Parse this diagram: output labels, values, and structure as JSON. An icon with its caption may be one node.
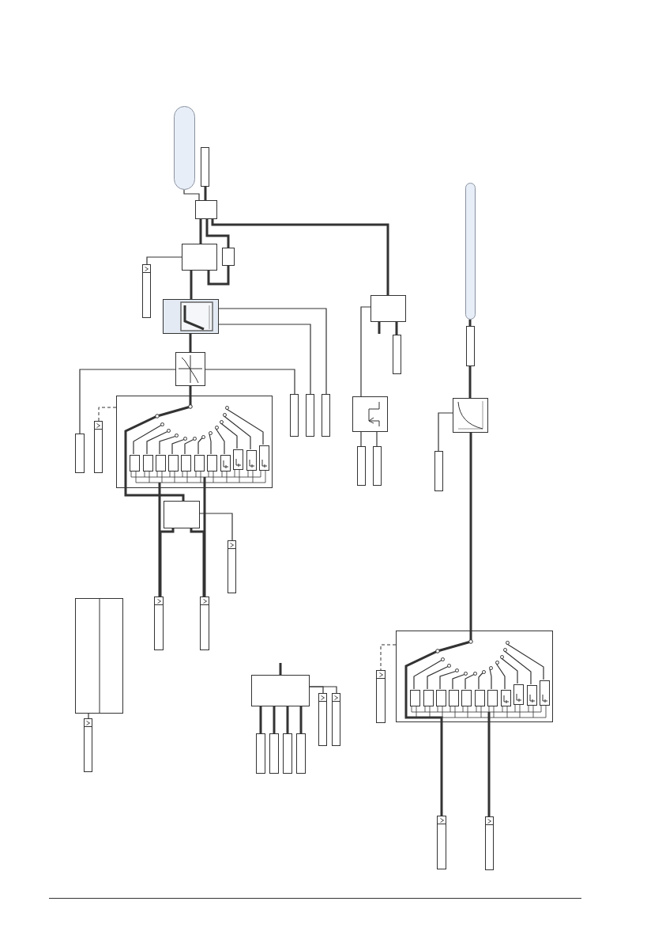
{
  "diagram": {
    "nodes": [
      {
        "text": [],
        "shape": "capsule"
      },
      {
        "text": [],
        "shape": "bar"
      },
      {
        "text": [],
        "shape": "box"
      },
      {
        "text": [],
        "shape": "box"
      },
      {
        "text": [],
        "shape": "box"
      },
      {
        "text": [],
        "shape": "bar"
      },
      {
        "text": [],
        "shape": "box"
      },
      {
        "text": [],
        "shape": "box"
      },
      {
        "text": [],
        "shape": "box"
      },
      {
        "text": [],
        "shape": "box",
        "in": 8
      },
      {
        "text": [],
        "shape": "box",
        "in": 8
      },
      {
        "text": [],
        "shape": "box",
        "in": 8
      },
      {
        "text": [],
        "shape": "box",
        "in": 8
      },
      {
        "text": [],
        "shape": "box",
        "in": 8
      },
      {
        "text": [],
        "shape": "box",
        "in": 8
      },
      {
        "text": [],
        "shape": "box",
        "in": 8
      },
      {
        "text": [],
        "shape": "box",
        "in": 8
      },
      {
        "text": [],
        "shape": "box",
        "in": 8
      },
      {
        "text": [],
        "shape": "box",
        "in": 8
      },
      {
        "text": [],
        "shape": "box",
        "in": 8
      },
      {
        "text": [],
        "shape": "bar"
      },
      {
        "text": [],
        "shape": "bar"
      },
      {
        "text": [],
        "shape": "bar"
      },
      {
        "text": [],
        "shape": "bar"
      },
      {
        "text": [],
        "shape": "bar"
      },
      {
        "text": [],
        "shape": "box"
      },
      {
        "text": [],
        "shape": "bar"
      },
      {
        "text": [],
        "shape": "bar"
      },
      {
        "text": [],
        "shape": "bar"
      },
      {
        "text": [],
        "shape": "box"
      },
      {
        "text": [],
        "shape": "bar"
      },
      {
        "text": [],
        "shape": "box"
      },
      {
        "text": [],
        "shape": "bar"
      },
      {
        "text": [],
        "shape": "bar"
      },
      {
        "text": [],
        "shape": "bar"
      },
      {
        "text": [],
        "shape": "bar"
      },
      {
        "text": [],
        "shape": "bar"
      },
      {
        "text": [],
        "shape": "bar"
      },
      {
        "text": [],
        "shape": "box"
      },
      {
        "text": [],
        "shape": "bar"
      },
      {
        "text": [],
        "shape": "box"
      },
      {
        "text": [],
        "shape": "bar"
      },
      {
        "text": [],
        "shape": "bar"
      },
      {
        "text": [],
        "shape": "capsule"
      },
      {
        "text": [],
        "shape": "bar"
      },
      {
        "text": [],
        "shape": "box"
      },
      {
        "text": [],
        "shape": "bar"
      },
      {
        "text": [],
        "shape": "box"
      },
      {
        "text": [],
        "shape": "box",
        "in": 47
      },
      {
        "text": [],
        "shape": "box",
        "in": 47
      },
      {
        "text": [],
        "shape": "box",
        "in": 47
      },
      {
        "text": [],
        "shape": "box",
        "in": 47
      },
      {
        "text": [],
        "shape": "box",
        "in": 47
      },
      {
        "text": [],
        "shape": "box",
        "in": 47
      },
      {
        "text": [],
        "shape": "box",
        "in": 47
      },
      {
        "text": [],
        "shape": "box",
        "in": 47
      },
      {
        "text": [],
        "shape": "box",
        "in": 47
      },
      {
        "text": [],
        "shape": "box",
        "in": 47
      },
      {
        "text": [],
        "shape": "box",
        "in": 47
      },
      {
        "text": [],
        "shape": "bar"
      },
      {
        "text": [],
        "shape": "bar"
      },
      {
        "text": [],
        "shape": "bar"
      },
      {
        "text": [],
        "shape": "circle",
        "in": 8
      },
      {
        "text": [],
        "shape": "circle",
        "in": 8
      },
      {
        "text": [],
        "shape": "circle",
        "in": 8
      },
      {
        "text": [],
        "shape": "circle",
        "in": 8
      },
      {
        "text": [],
        "shape": "circle",
        "in": 8
      },
      {
        "text": [],
        "shape": "circle",
        "in": 8
      },
      {
        "text": [],
        "shape": "circle",
        "in": 8
      },
      {
        "text": [],
        "shape": "circle",
        "in": 8
      },
      {
        "text": [],
        "shape": "circle",
        "in": 8
      },
      {
        "text": [],
        "shape": "circle",
        "in": 8
      },
      {
        "text": [],
        "shape": "circle",
        "in": 8
      },
      {
        "text": [],
        "shape": "circle",
        "in": 47
      },
      {
        "text": [],
        "shape": "circle",
        "in": 47
      },
      {
        "text": [],
        "shape": "circle",
        "in": 47
      },
      {
        "text": [],
        "shape": "circle",
        "in": 47
      },
      {
        "text": [],
        "shape": "circle",
        "in": 47
      },
      {
        "text": [],
        "shape": "circle",
        "in": 47
      },
      {
        "text": [],
        "shape": "circle",
        "in": 47
      },
      {
        "text": [],
        "shape": "circle",
        "in": 47
      },
      {
        "text": [],
        "shape": "circle",
        "in": 47
      },
      {
        "text": [],
        "shape": "circle",
        "in": 47
      },
      {
        "text": [],
        "shape": "circle",
        "in": 47
      }
    ],
    "edges": [
      {
        "from": 0,
        "to": 2,
        "arrow": "none"
      },
      {
        "from": 1,
        "to": 2,
        "arrow": "none",
        "style": "thick"
      },
      {
        "from": 2,
        "to": 38,
        "arrow": "none",
        "style": "thick"
      },
      {
        "from": 2,
        "to": 3,
        "arrow": "none",
        "style": "thick"
      },
      {
        "from": 2,
        "to": 4,
        "arrow": "none",
        "style": "thick"
      },
      {
        "from": 4,
        "to": 3,
        "arrow": "none",
        "style": "thick"
      },
      {
        "from": 3,
        "to": 5,
        "arrow": "none"
      },
      {
        "from": 3,
        "to": 6,
        "arrow": "none",
        "style": "thick"
      },
      {
        "from": 6,
        "to": 7,
        "arrow": "none",
        "style": "thick"
      },
      {
        "from": 6,
        "to": 24,
        "arrow": "none"
      },
      {
        "from": 6,
        "to": 23,
        "arrow": "none"
      },
      {
        "from": 7,
        "to": 20,
        "arrow": "none"
      },
      {
        "from": 7,
        "to": 22,
        "arrow": "none"
      },
      {
        "from": 7,
        "to": 8,
        "arrow": "none",
        "style": "thick"
      },
      {
        "from": 8,
        "to": 21,
        "arrow": "none",
        "style": "dashed"
      },
      {
        "from": 8,
        "to": 25,
        "arrow": "none",
        "style": "thick"
      },
      {
        "from": 8,
        "to": 27,
        "arrow": "none",
        "style": "thick"
      },
      {
        "from": 8,
        "to": 28,
        "arrow": "none",
        "style": "thick"
      },
      {
        "from": 25,
        "to": 27,
        "arrow": "none",
        "style": "thick"
      },
      {
        "from": 25,
        "to": 28,
        "arrow": "none",
        "style": "thick"
      },
      {
        "from": 25,
        "to": 26,
        "arrow": "none"
      },
      {
        "from": 29,
        "to": 30,
        "arrow": "none"
      },
      {
        "from": null,
        "to": 31,
        "arrow": "none",
        "style": "thick"
      },
      {
        "from": 31,
        "to": 32,
        "arrow": "none",
        "style": "thick"
      },
      {
        "from": 31,
        "to": 33,
        "arrow": "none",
        "style": "thick"
      },
      {
        "from": 31,
        "to": 34,
        "arrow": "none",
        "style": "thick"
      },
      {
        "from": 31,
        "to": 35,
        "arrow": "none",
        "style": "thick"
      },
      {
        "from": 31,
        "to": 36,
        "arrow": "none"
      },
      {
        "from": 31,
        "to": 37,
        "arrow": "none"
      },
      {
        "from": 38,
        "to": 39,
        "arrow": "none",
        "style": "thick"
      },
      {
        "from": 38,
        "to": null,
        "arrow": "none",
        "style": "thick"
      },
      {
        "from": 38,
        "to": 40,
        "arrow": "none"
      },
      {
        "from": 40,
        "to": 41,
        "arrow": "none"
      },
      {
        "from": 40,
        "to": 42,
        "arrow": "none"
      },
      {
        "from": 43,
        "to": 44,
        "arrow": "none",
        "style": "thick"
      },
      {
        "from": 44,
        "to": 45,
        "arrow": "none",
        "style": "thick"
      },
      {
        "from": 45,
        "to": 46,
        "arrow": "none"
      },
      {
        "from": 45,
        "to": 47,
        "arrow": "none",
        "style": "thick"
      },
      {
        "from": 47,
        "to": 59,
        "arrow": "none",
        "style": "dashed"
      },
      {
        "from": 47,
        "to": 60,
        "arrow": "none",
        "style": "thick"
      },
      {
        "from": 47,
        "to": 61,
        "arrow": "none",
        "style": "thick"
      },
      {
        "from": 62,
        "to": 9,
        "arrow": "none"
      },
      {
        "from": 63,
        "to": 10,
        "arrow": "none"
      },
      {
        "from": 64,
        "to": 11,
        "arrow": "none"
      },
      {
        "from": 65,
        "to": 12,
        "arrow": "none"
      },
      {
        "from": 66,
        "to": 13,
        "arrow": "none"
      },
      {
        "from": 67,
        "to": 14,
        "arrow": "none"
      },
      {
        "from": 68,
        "to": 15,
        "arrow": "none"
      },
      {
        "from": 69,
        "to": 16,
        "arrow": "none"
      },
      {
        "from": 70,
        "to": 17,
        "arrow": "none"
      },
      {
        "from": 71,
        "to": 18,
        "arrow": "none"
      },
      {
        "from": 72,
        "to": 19,
        "arrow": "none"
      },
      {
        "from": 73,
        "to": 48,
        "arrow": "none"
      },
      {
        "from": 74,
        "to": 49,
        "arrow": "none"
      },
      {
        "from": 75,
        "to": 50,
        "arrow": "none"
      },
      {
        "from": 76,
        "to": 51,
        "arrow": "none"
      },
      {
        "from": 77,
        "to": 52,
        "arrow": "none"
      },
      {
        "from": 78,
        "to": 53,
        "arrow": "none"
      },
      {
        "from": 79,
        "to": 54,
        "arrow": "none"
      },
      {
        "from": 80,
        "to": 55,
        "arrow": "none"
      },
      {
        "from": 81,
        "to": 56,
        "arrow": "none"
      },
      {
        "from": 82,
        "to": 57,
        "arrow": "none"
      },
      {
        "from": 83,
        "to": 58,
        "arrow": "none"
      }
    ]
  }
}
